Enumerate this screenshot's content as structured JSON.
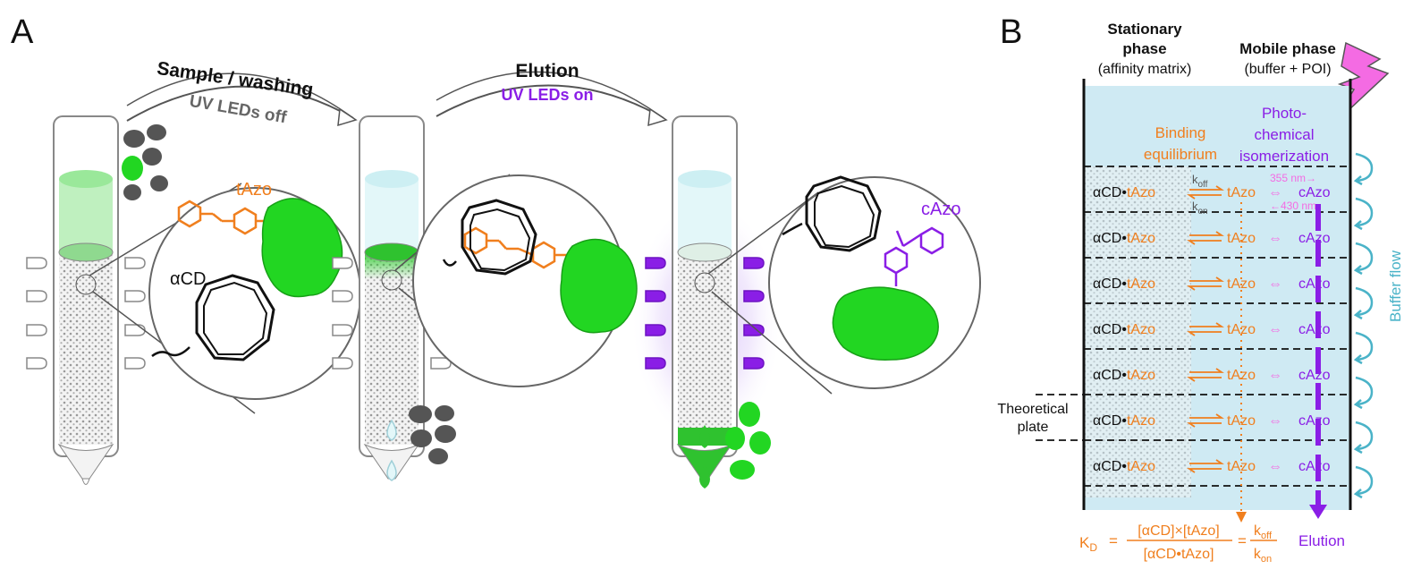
{
  "panel_a": {
    "label": "A",
    "arrow1_title": "Sample / washing",
    "arrow1_sub": "UV LEDs off",
    "arrow2_title": "Elution",
    "arrow2_sub": "UV LEDs on",
    "tazo_label": "tAzo",
    "acd_label": "αCD",
    "cazo_label": "cAzo"
  },
  "panel_b": {
    "label": "B",
    "stationary_title": "Stationary",
    "stationary_title2": "phase",
    "stationary_sub": "(affinity matrix)",
    "mobile_title": "Mobile phase",
    "mobile_sub": "(buffer + POI)",
    "binding_line1": "Binding",
    "binding_line2": "equilibrium",
    "photo_line1": "Photo-",
    "photo_line2": "chemical",
    "photo_line3": "isomerization",
    "k_sym": "k",
    "off_sub": "off",
    "on_sub": "on",
    "nm355": "355 nm→",
    "nm430": "←430 nm",
    "row_acd": "αCD•",
    "row_tazo": "tAzo",
    "row_cazo": "cAzo",
    "row_iso": "⇔",
    "rows_count_note": "",
    "theoretical1": "Theoretical",
    "theoretical2": "plate",
    "buffer_flow": "Buffer flow",
    "elution": "Elution",
    "kd_k": "K",
    "kd_d": "D",
    "kd_eq": "=",
    "kd_num": "[αCD]×[tAzo]",
    "kd_den": "[αCD•tAzo]",
    "kd_eq2": "=",
    "kd_koff_k": "k",
    "kd_koff_sub": "off",
    "kd_kon_k": "k",
    "kd_kon_sub": "on"
  },
  "colors": {
    "orange": "#f07f1e",
    "purple": "#8a1ee6",
    "green": "#22d622",
    "cyan": "#4ab3c8",
    "light_blue": "#cfeaf3",
    "pink": "#f46be3"
  }
}
